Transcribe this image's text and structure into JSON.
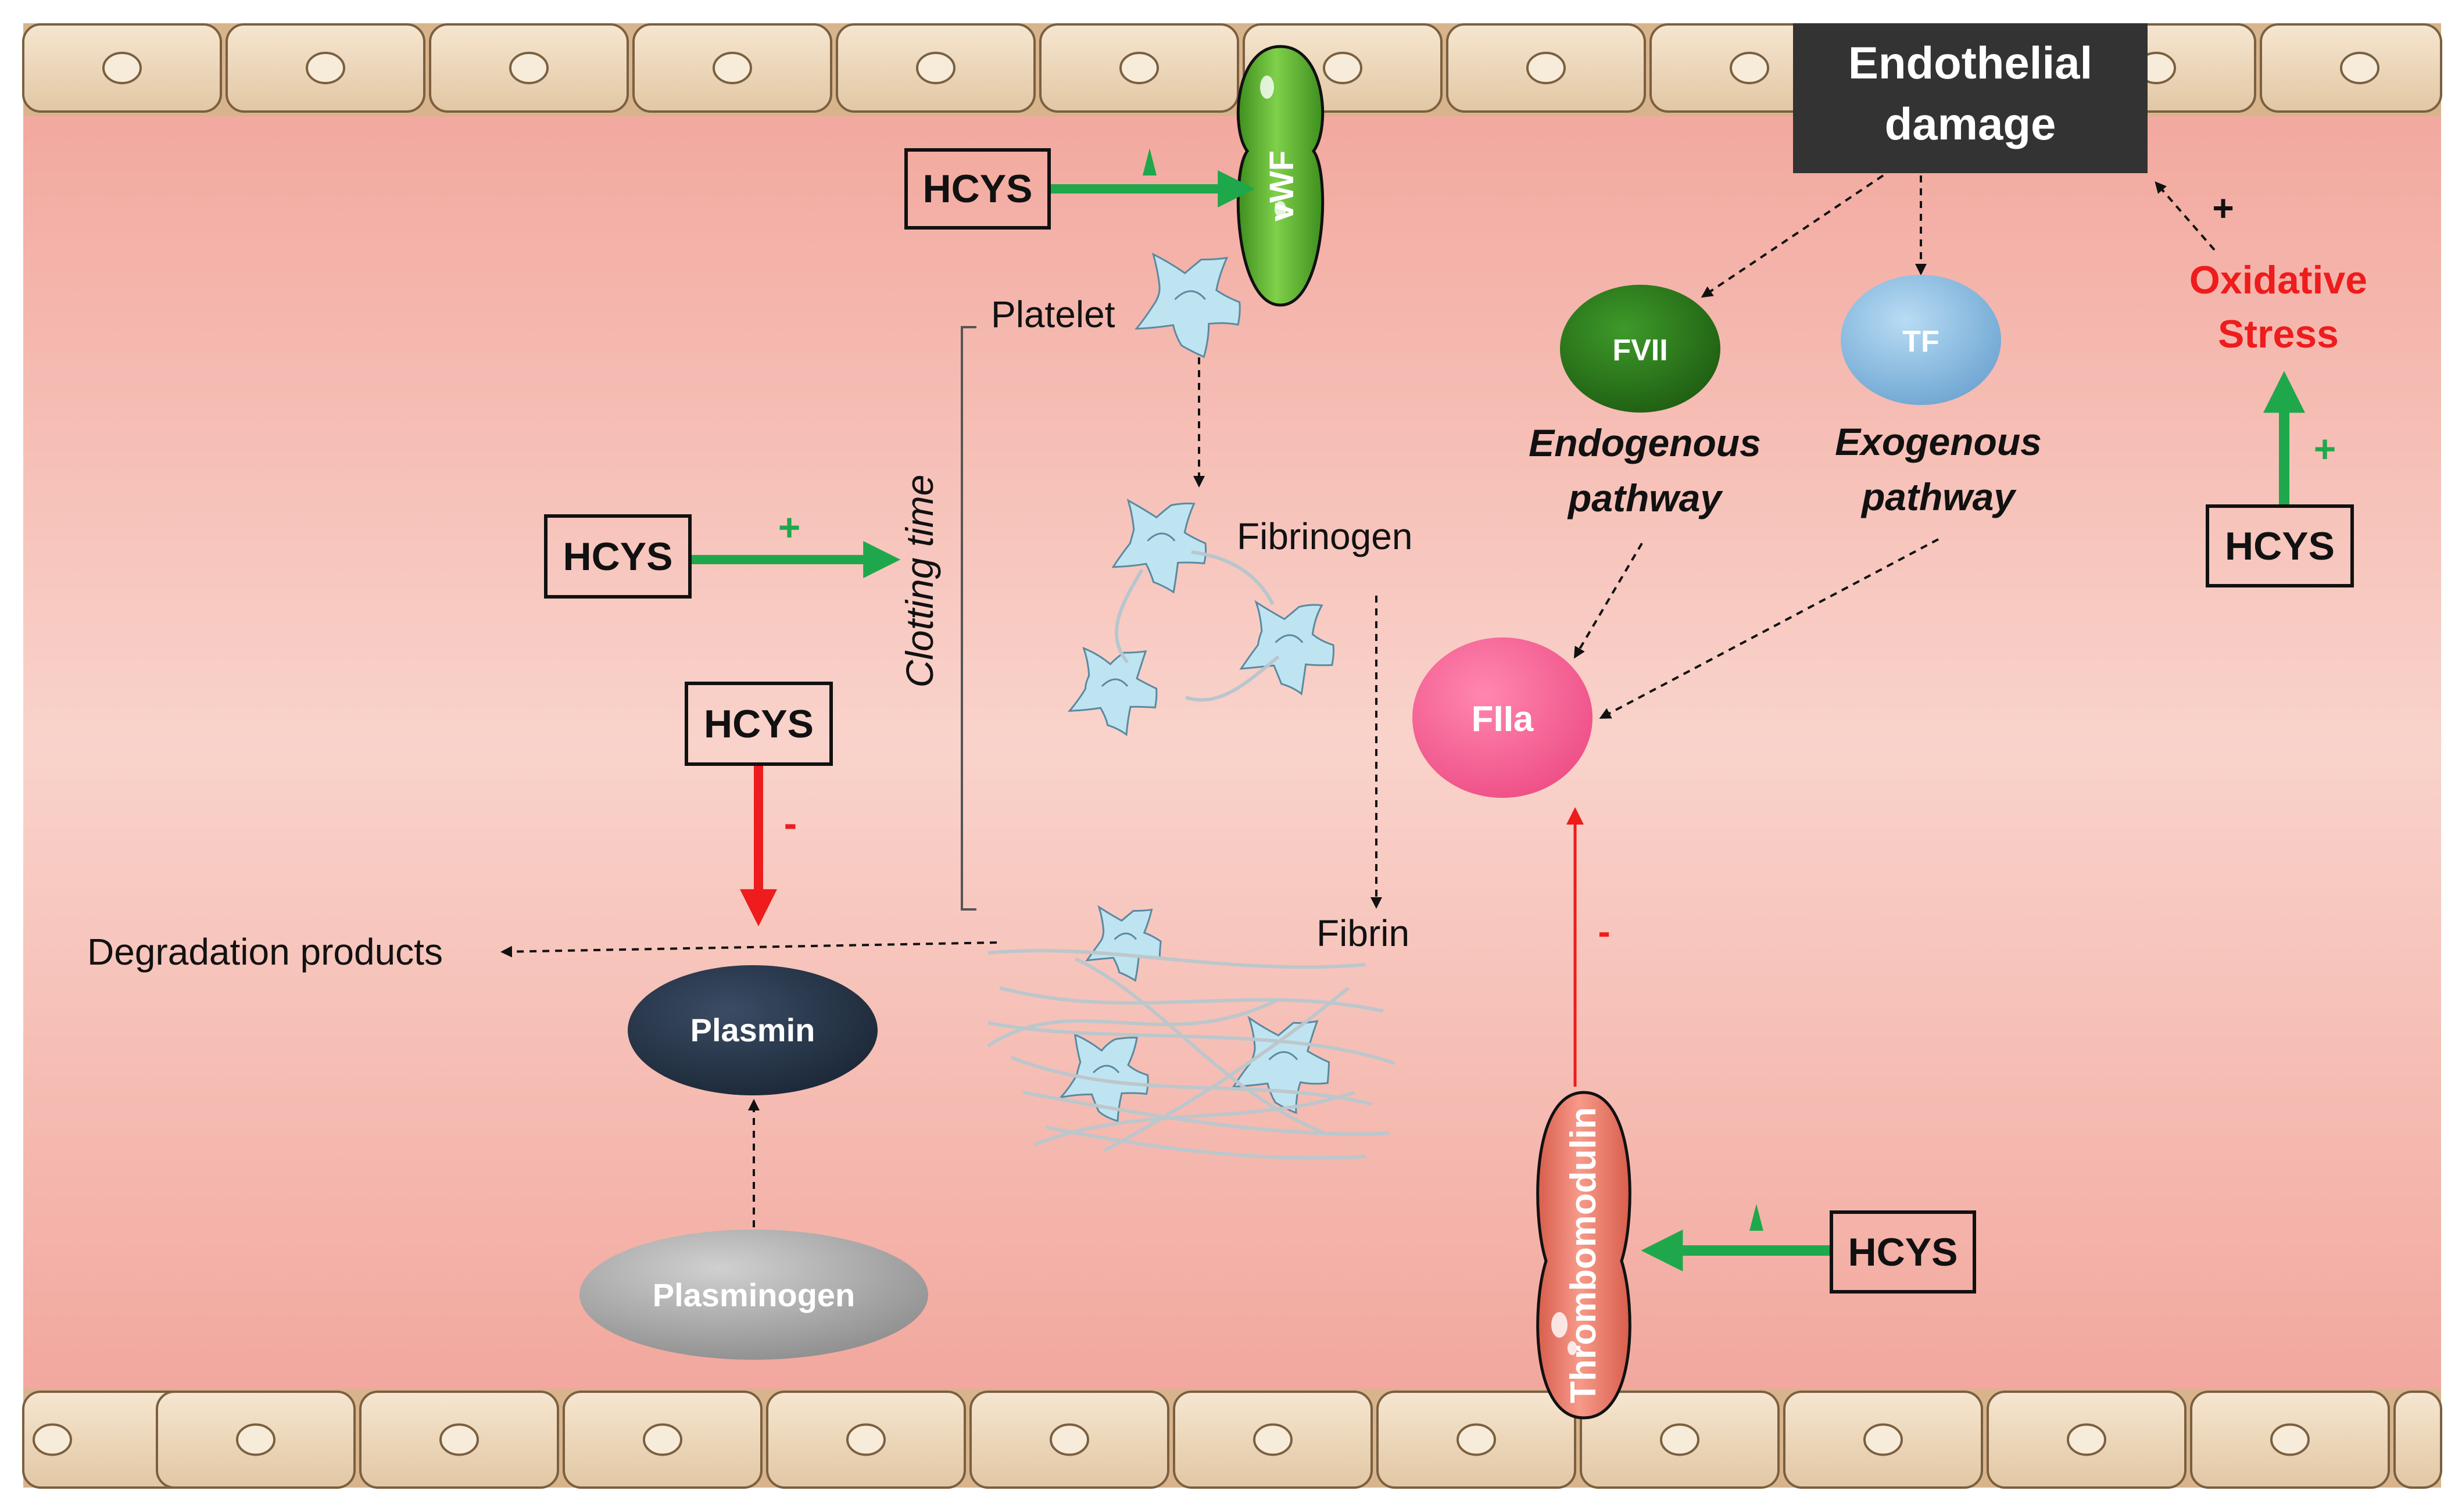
{
  "hcys": {
    "vwf": "HCYS",
    "clotting": "HCYS",
    "plasmin": "HCYS",
    "thrombomodulin": "HCYS",
    "oxidative": "HCYS"
  },
  "signs": {
    "clotting": "+",
    "plasmin": "-",
    "oxidative_arrow": "+",
    "oxidative_damage": "+",
    "thrombomodulin_fiia": "-"
  },
  "labels": {
    "endothelial_damage_line1": "Endothelial",
    "endothelial_damage_line2": "damage",
    "oxidative_line1": "Oxidative",
    "oxidative_line2": "Stress",
    "vwf": "vWF",
    "platelet": "Platelet",
    "clotting_time": "Clotting time",
    "fibrinogen": "Fibrinogen",
    "fibrin": "Fibrin",
    "degradation": "Degradation products",
    "plasmin": "Plasmin",
    "plasminogen": "Plasminogen",
    "fvii": "FVII",
    "tf": "TF",
    "endogenous_line1": "Endogenous",
    "endogenous_line2": "pathway",
    "exogenous_line1": "Exogenous",
    "exogenous_line2": "pathway",
    "fiia": "FIIa",
    "thrombomodulin": "Thrombomodulin"
  },
  "colors": {
    "vessel_lumen": "#f7c6bd",
    "cell": "#f1dcc2",
    "activation_green": "#1fa84b",
    "inhibition_red": "#ee1c1c",
    "damage_box": "#333333",
    "fvii": "#2e7d1f",
    "tf": "#8fc0e4",
    "fiia": "#ff6a9a",
    "plasmin": "#2a3a4f",
    "plasminogen": "#a9a9a9",
    "vwf": "#5cb830",
    "thrombomodulin": "#f08070",
    "platelet": "#bde3f0"
  }
}
